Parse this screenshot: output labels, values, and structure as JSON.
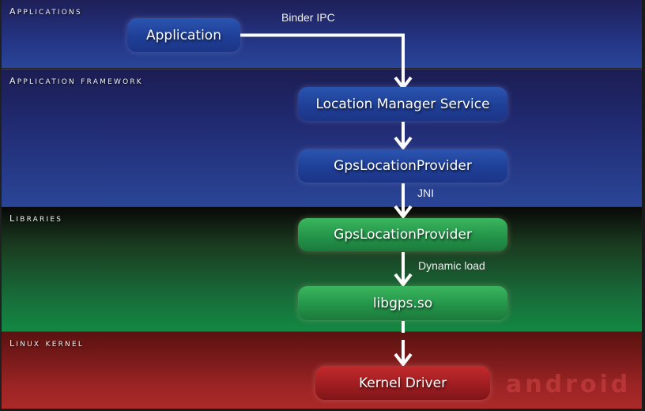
{
  "layers": [
    {
      "id": "applications",
      "title": "Applications"
    },
    {
      "id": "framework",
      "title": "Application Framework"
    },
    {
      "id": "libraries",
      "title": "Libraries"
    },
    {
      "id": "kernel",
      "title": "Linux Kernel"
    }
  ],
  "nodes": {
    "application": "Application",
    "location_manager_service": "Location Manager Service",
    "gps_provider_java": "GpsLocationProvider",
    "gps_provider_native": "GpsLocationProvider",
    "libgps": "libgps.so",
    "kernel_driver": "Kernel Driver"
  },
  "edges": [
    {
      "from": "application",
      "to": "location_manager_service",
      "label": "Binder IPC",
      "style": "solid"
    },
    {
      "from": "location_manager_service",
      "to": "gps_provider_java",
      "label": "",
      "style": "solid"
    },
    {
      "from": "gps_provider_java",
      "to": "gps_provider_native",
      "label": "JNI",
      "style": "solid"
    },
    {
      "from": "gps_provider_native",
      "to": "libgps",
      "label": "Dynamic load",
      "style": "solid"
    },
    {
      "from": "libgps",
      "to": "kernel_driver",
      "label": "",
      "style": "dashed"
    }
  ],
  "edge_labels": {
    "binder": "Binder IPC",
    "jni": "JNI",
    "dynamic_load": "Dynamic load"
  },
  "watermark": "android",
  "colors": {
    "applications": "#243585",
    "framework": "#212b72",
    "libraries": "#186a38",
    "kernel": "#9c2424",
    "blue_box": "#1f3f97",
    "green_box": "#24954a",
    "red_box": "#a01e21"
  }
}
